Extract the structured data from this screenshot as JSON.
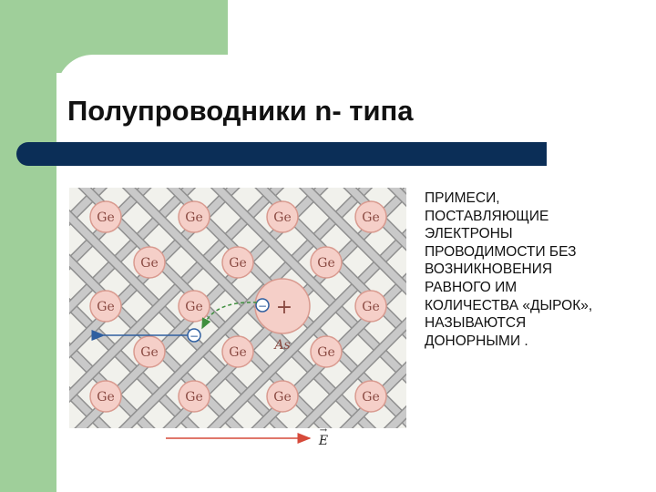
{
  "slide": {
    "title": "Полупроводники n- типа",
    "description_lines": [
      "ПРИМЕСИ,",
      "ПОСТАВЛЯЮЩИЕ",
      "ЭЛЕКТРОНЫ",
      "ПРОВОДИМОСТИ  БЕЗ",
      "ВОЗНИКНОВЕНИЯ",
      "РАВНОГО  ИМ",
      "КОЛИЧЕСТВА  «ДЫРОК»,",
      "НАЗЫВАЮТСЯ",
      "ДОНОРНЫМИ ."
    ]
  },
  "diagram": {
    "atom_label": "Ge",
    "impurity_label": "As",
    "impurity_charge": "+",
    "electron_sign": "−",
    "field_label": "E",
    "field_arrow": "→",
    "colors": {
      "background": "#f1f1ec",
      "bond": "#c9c9c9",
      "bond_edge": "#8f8f8f",
      "atom_fill": "#f5cfc8",
      "atom_stroke": "#d99a8f",
      "label": "#8a4a42",
      "electron_arrow": "#2f5fa0",
      "field_arrow": "#d64a3a",
      "electron_path": "#3f8f3f"
    }
  }
}
